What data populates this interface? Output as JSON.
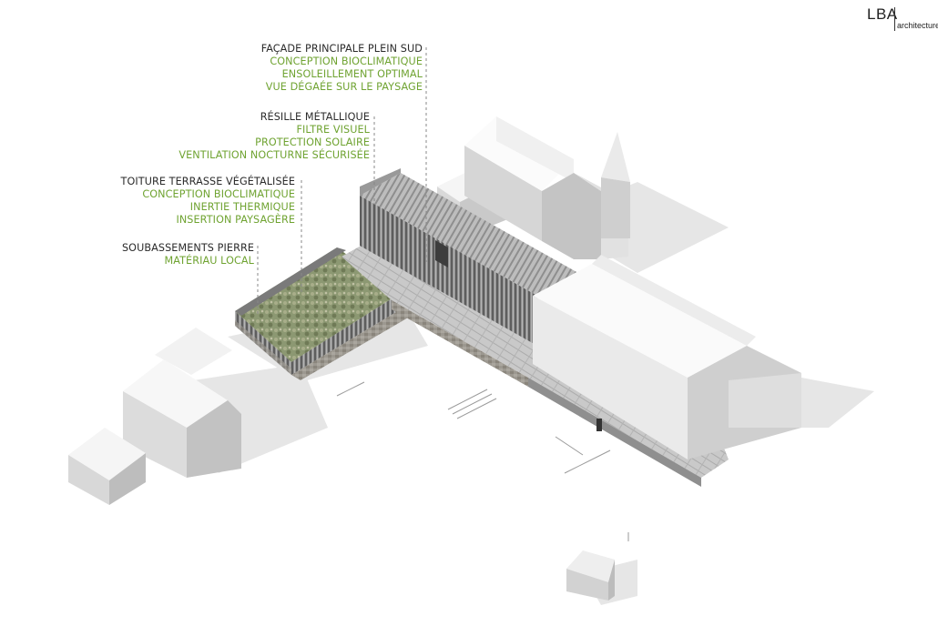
{
  "logo": {
    "mark": "LBA",
    "sub": "architecture"
  },
  "annotations": [
    {
      "title": "FAÇADE PRINCIPALE PLEIN SUD",
      "items": [
        "CONCEPTION BIOCLIMATIQUE",
        "ENSOLEILLEMENT OPTIMAL",
        "VUE DÉGAÉE SUR LE PAYSAGE"
      ]
    },
    {
      "title": "RÉSILLE MÉTALLIQUE",
      "items": [
        "FILTRE VISUEL",
        "PROTECTION SOLAIRE",
        "VENTILATION NOCTURNE SÉCURISÉE"
      ]
    },
    {
      "title": "TOITURE TERRASSE VÉGÉTALISÉE",
      "items": [
        "CONCEPTION BIOCLIMATIQUE",
        "INERTIE THERMIQUE",
        "INSERTION PAYSAGÈRE"
      ]
    },
    {
      "title": "SOUBASSEMENTS PIERRE",
      "items": [
        "MATÉRIAU LOCAL"
      ]
    }
  ],
  "colors": {
    "accent": "#6fa331",
    "text": "#2b2b2b"
  }
}
